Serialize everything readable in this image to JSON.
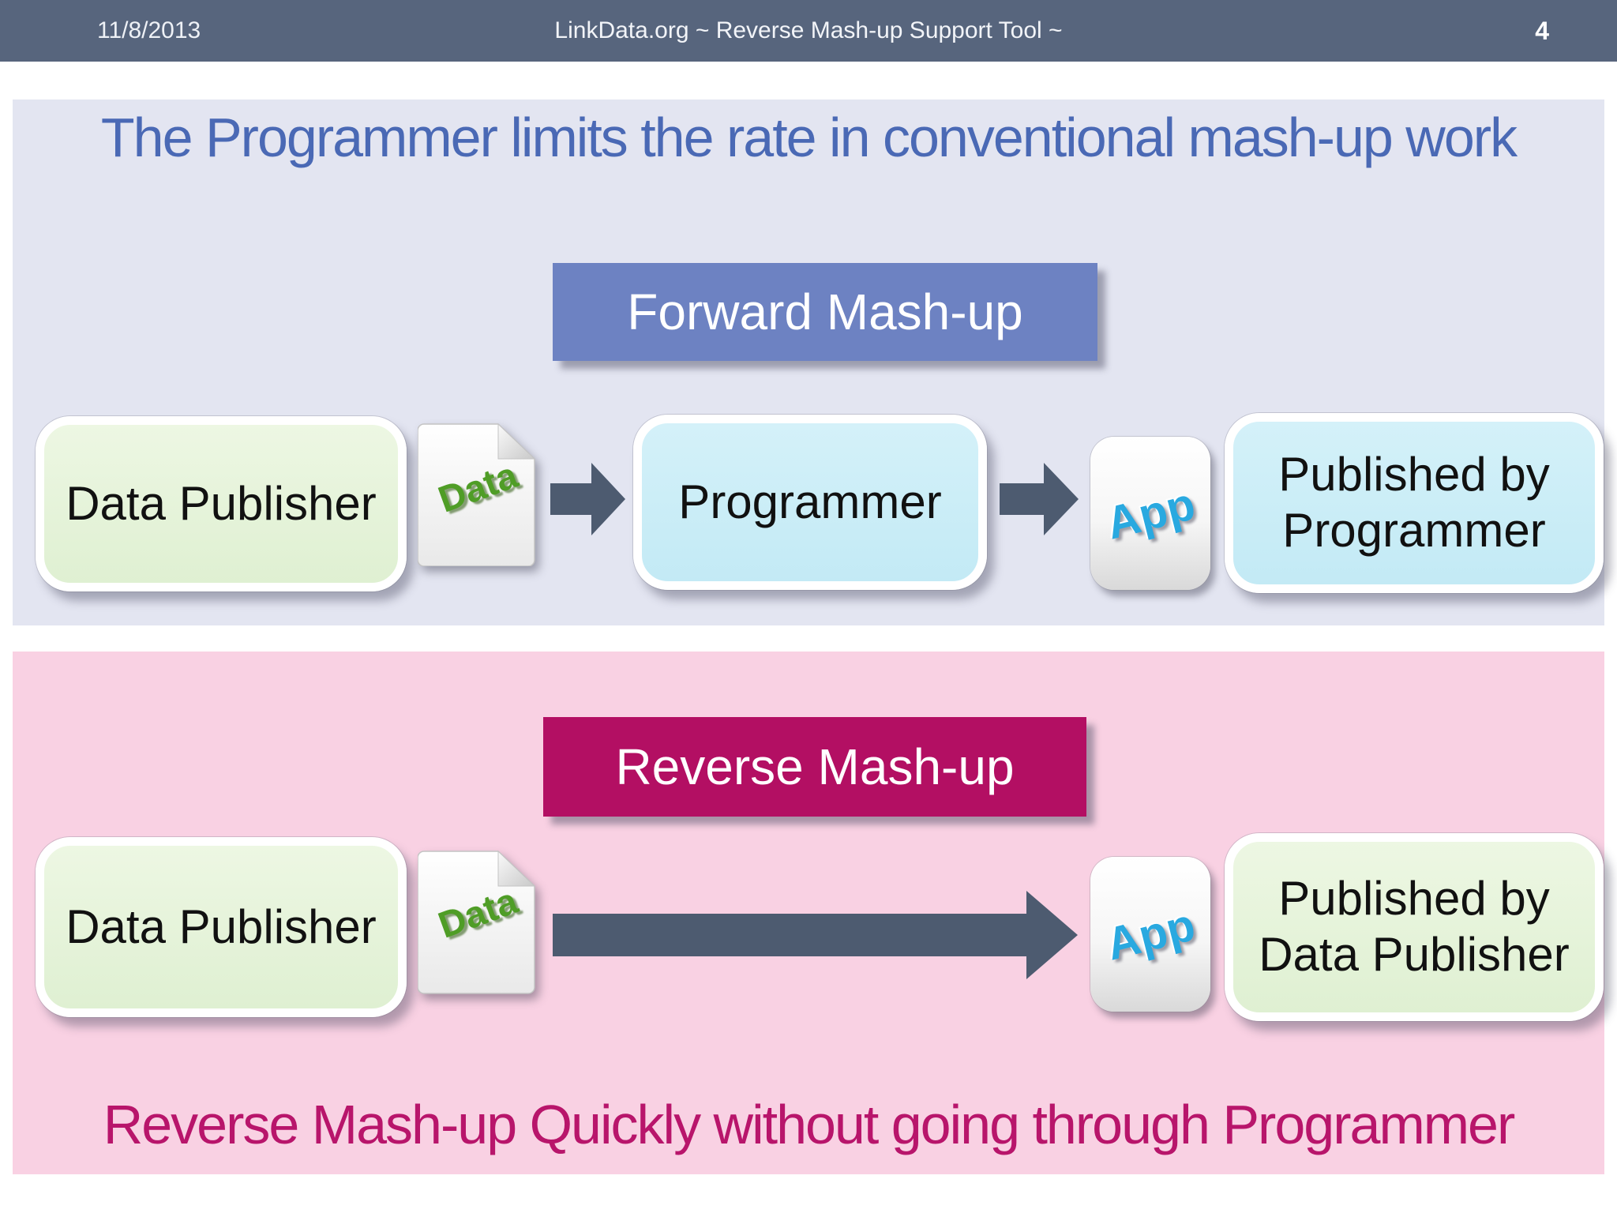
{
  "header": {
    "date": "11/8/2013",
    "title": "LinkData.org ~ Reverse Mash-up Support Tool ~",
    "page_number": "4"
  },
  "forward_section": {
    "headline": "The Programmer limits the rate in conventional mash-up work",
    "badge_label": "Forward Mash-up",
    "flow": {
      "source_label": "Data Publisher",
      "data_icon_label": "Data",
      "middle_label": "Programmer",
      "app_icon_label": "App",
      "result_line1": "Published by",
      "result_line2": "Programmer"
    }
  },
  "reverse_section": {
    "badge_label": "Reverse Mash-up",
    "footline": "Reverse Mash-up Quickly without going through Programmer",
    "flow": {
      "source_label": "Data Publisher",
      "data_icon_label": "Data",
      "app_icon_label": "App",
      "result_line1": "Published by",
      "result_line2": "Data Publisher"
    }
  },
  "colors": {
    "header_bg": "#57657d",
    "top_panel_bg": "#e3e5f1",
    "pink_panel_bg": "#f9d1e3",
    "headline_color": "#4a69b5",
    "forward_badge_bg": "#6d82c2",
    "reverse_badge_bg": "#b30f63",
    "footline_color": "#b8156b",
    "arrow_color": "#4d5b70",
    "data_green": "#4f9d26",
    "app_blue": "#29a9e0"
  }
}
